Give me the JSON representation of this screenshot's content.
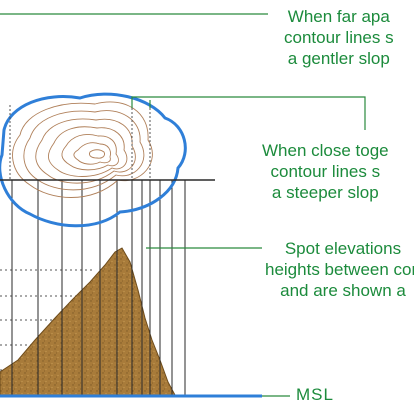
{
  "callouts": {
    "far_apart": [
      "When far apa",
      "contour lines s",
      "a gentler slop"
    ],
    "close_together": [
      "When close toge",
      "contour lines s",
      "a steeper slop"
    ],
    "spot_elevations": [
      "Spot elevations",
      "heights between con",
      "and are shown a"
    ]
  },
  "msl_label": "MSL",
  "colors": {
    "callout_text": "#1c8b3c",
    "shoreline": "#2f7fd8",
    "contour_lines": "#b0805a",
    "terrain_fill": "#a87b3a",
    "terrain_speckle": "#7d5a26",
    "guide_lines": "#2a2a2a",
    "leader_lines": "#2a8a3e",
    "sea_level_line": "#2f7fd8"
  }
}
